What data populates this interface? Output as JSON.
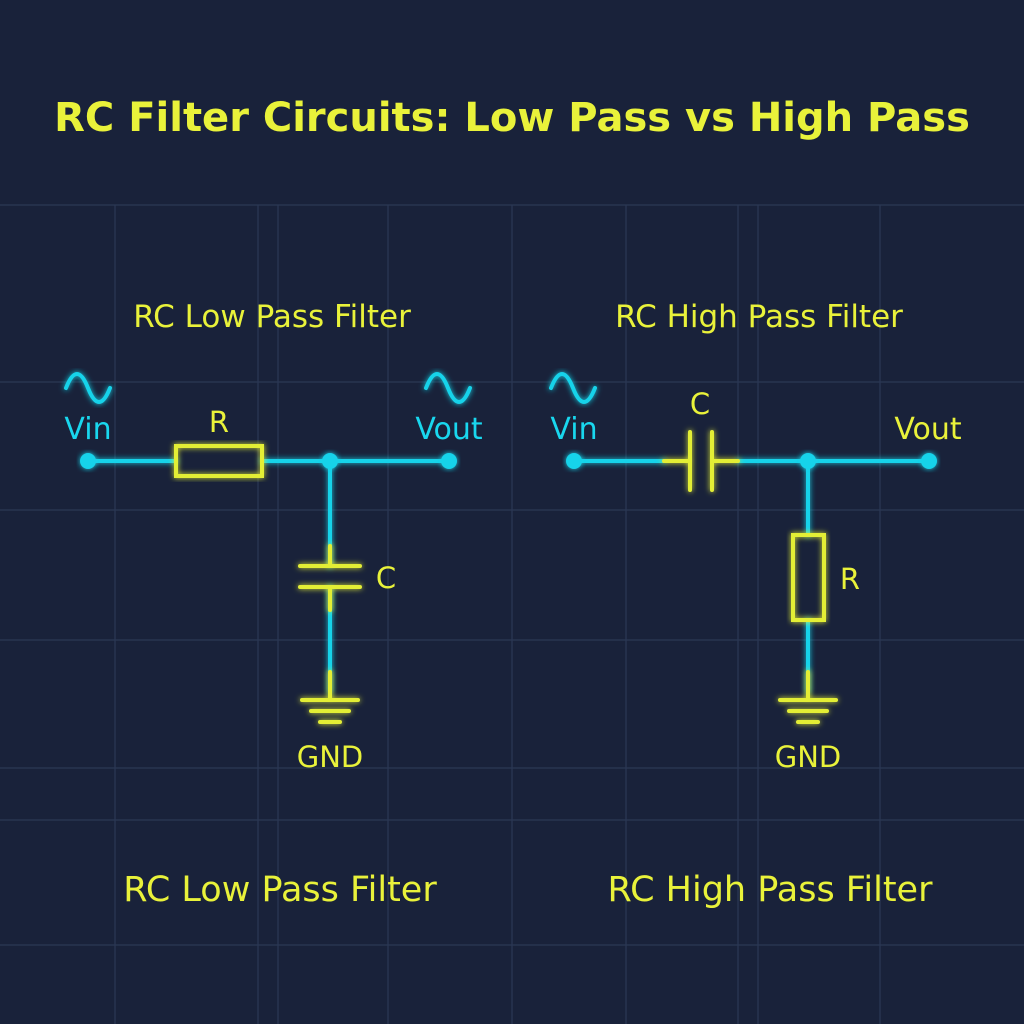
{
  "title": "RC Filter Circuits: Low Pass vs High Pass",
  "colors": {
    "background": "#19223a",
    "grid": "#2b3854",
    "wire": "#17d3ea",
    "component": "#e3ee36",
    "text_yellow": "#e9f23a",
    "text_cyan": "#19d7ee"
  },
  "low_pass": {
    "heading": "RC Low Pass Filter",
    "caption": "RC Low Pass Filter",
    "vin_label": "Vin",
    "vout_label": "Vout",
    "resistor_label": "R",
    "capacitor_label": "C",
    "ground_label": "GND",
    "icons": [
      "sine-wave-icon",
      "resistor-symbol",
      "capacitor-symbol",
      "ground-symbol"
    ]
  },
  "high_pass": {
    "heading": "RC High Pass Filter",
    "caption": "RC High Pass Filter",
    "vin_label": "Vin",
    "vout_label": "Vout",
    "capacitor_label": "C",
    "resistor_label": "R",
    "ground_label": "GND",
    "icons": [
      "sine-wave-icon",
      "capacitor-symbol",
      "resistor-symbol",
      "ground-symbol"
    ]
  }
}
